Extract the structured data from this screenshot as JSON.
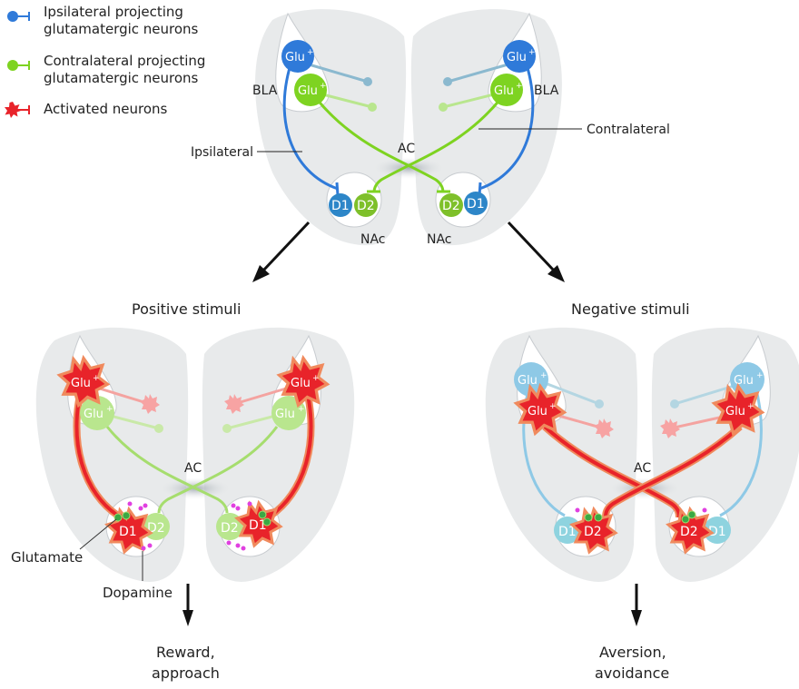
{
  "legend": {
    "items": [
      {
        "line1": "Ipsilateral projecting",
        "line2": "glutamatergic neurons",
        "icon": "blue-neuron-icon",
        "color": "#2f7ad9"
      },
      {
        "line1": "Contralateral projecting",
        "line2": "glutamatergic neurons",
        "icon": "green-neuron-icon",
        "color": "#7ed321"
      },
      {
        "line1": "Activated neurons",
        "line2": "",
        "icon": "red-activated-neuron-icon",
        "color": "#e8232a"
      }
    ]
  },
  "top_diagram": {
    "region_labels": {
      "bla_left": "BLA",
      "bla_right": "BLA",
      "ac": "AC",
      "nac_left": "NAc",
      "nac_right": "NAc"
    },
    "pathway_labels": {
      "ipsilateral": "Ipsilateral",
      "contralateral": "Contralateral"
    },
    "neuron_label": "Glu",
    "neuron_sup": "+",
    "receptors": {
      "d1": "D1",
      "d2": "D2"
    }
  },
  "positive_panel": {
    "title": "Positive stimuli",
    "ac": "AC",
    "annotations": {
      "glutamate": "Glutamate",
      "dopamine": "Dopamine"
    },
    "outcome_line1": "Reward,",
    "outcome_line2": "approach"
  },
  "negative_panel": {
    "title": "Negative stimuli",
    "ac": "AC",
    "outcome_line1": "Aversion,",
    "outcome_line2": "avoidance"
  },
  "colors": {
    "blue": "#2f7ad9",
    "blue_light": "#8ec9e6",
    "green": "#7ed321",
    "green_light": "#b9e68e",
    "red": "#e8232a",
    "red_outline": "#f08a5d",
    "pink": "#f7a3a3",
    "lobe": "#e8eaeb",
    "magenta": "#e040e0",
    "dot_green": "#3aa845"
  }
}
